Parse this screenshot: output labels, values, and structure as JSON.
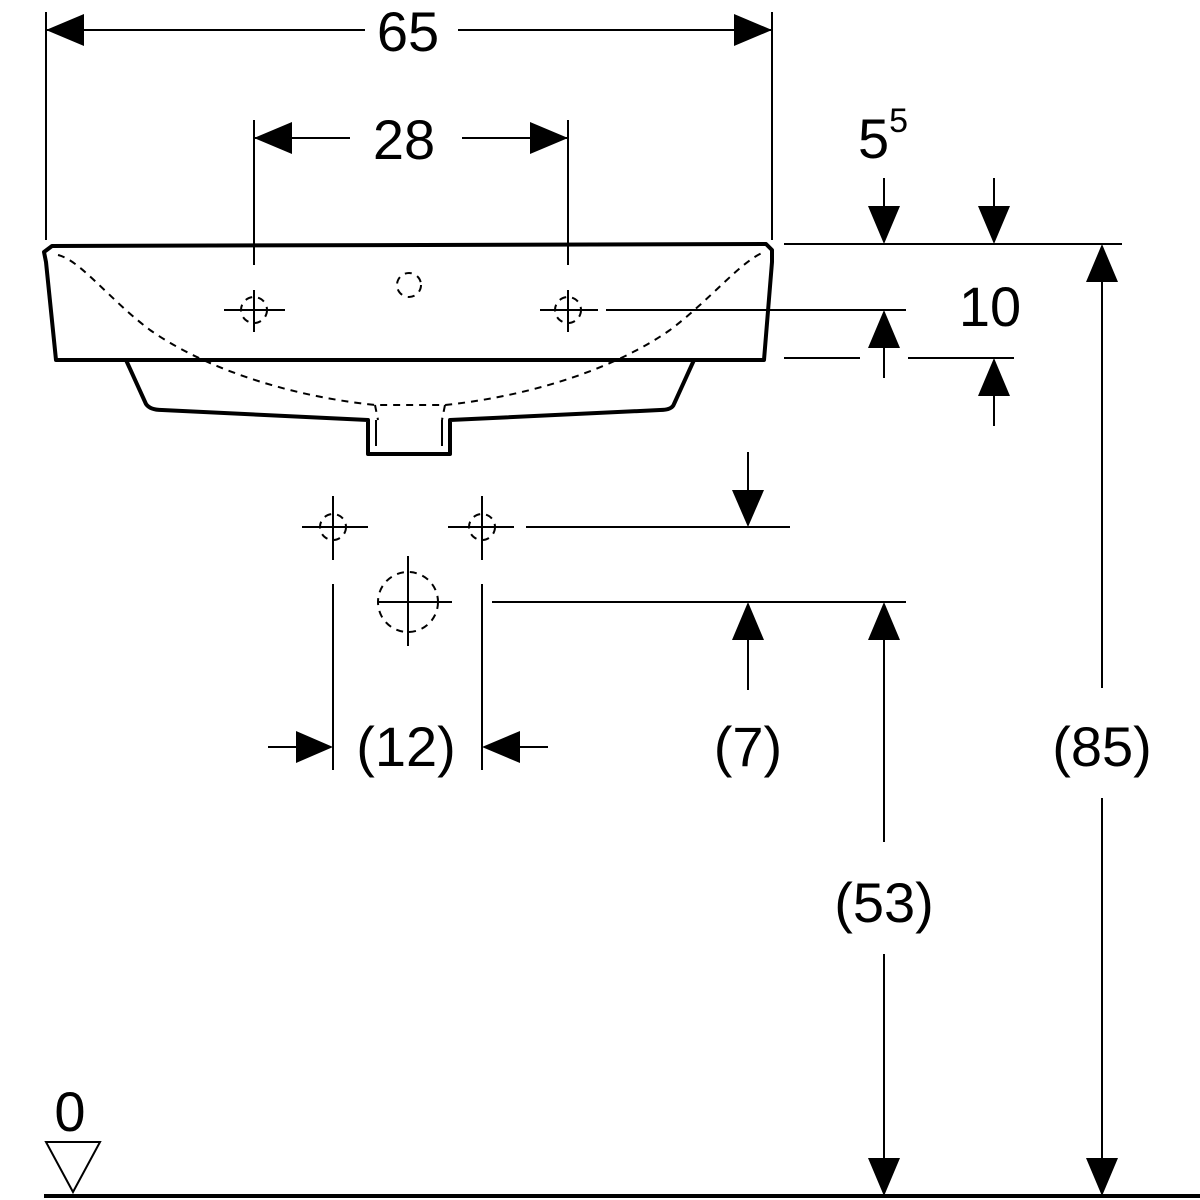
{
  "drawing": {
    "dimensions": {
      "overall_width": "65",
      "tap_hole_spacing": "28",
      "rim_offset_base": "5",
      "rim_offset_exp": "5",
      "rim_height": "10",
      "pipe_spacing": "(12)",
      "supply_to_waste": "(7)",
      "waste_height": "(53)",
      "rim_total_height": "(85)",
      "floor_level": "0"
    }
  }
}
